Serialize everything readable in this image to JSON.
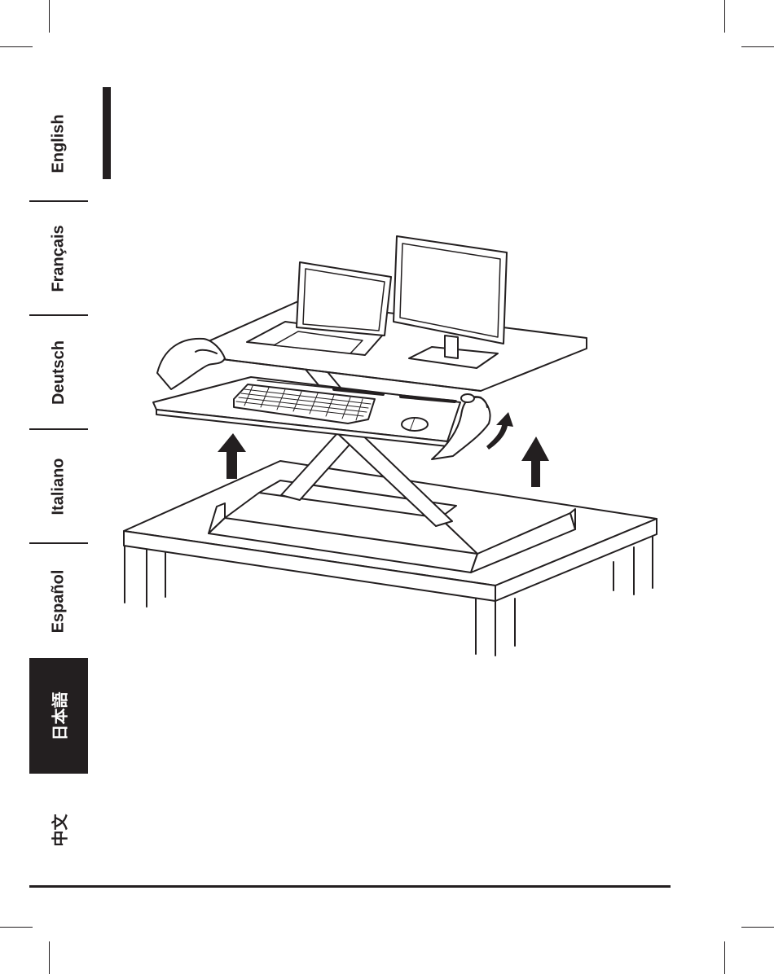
{
  "sidebar": {
    "languages": [
      {
        "label": "English",
        "active": false
      },
      {
        "label": "Français",
        "active": false
      },
      {
        "label": "Deutsch",
        "active": false
      },
      {
        "label": "Italiano",
        "active": false
      },
      {
        "label": "Español",
        "active": false
      },
      {
        "label": "日本語",
        "active": true
      },
      {
        "label": "中文",
        "active": false
      }
    ]
  },
  "illustration": {
    "subject": "standing desk converter being raised on a table with laptop, monitor, keyboard and mouse",
    "arrows": [
      "up-arrow-left",
      "up-arrow-right",
      "curved-lift-arrow"
    ]
  },
  "colors": {
    "ink": "#231f20",
    "paper": "#ffffff"
  }
}
